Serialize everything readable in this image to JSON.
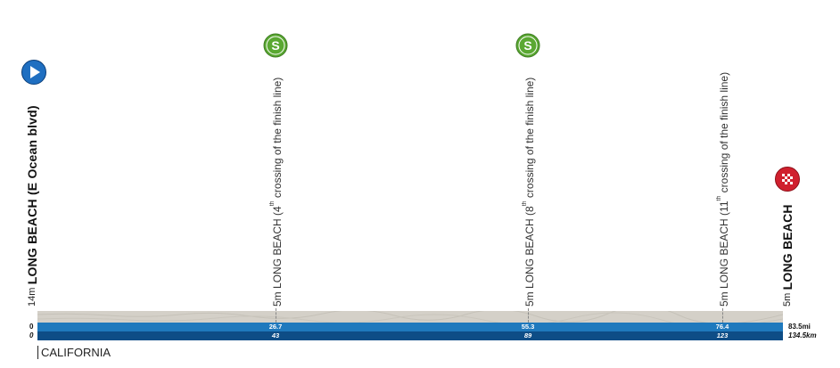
{
  "start": {
    "altitude": "14m",
    "name": "LONG BEACH (E Ocean blvd)",
    "icon": "start-arrow-icon"
  },
  "sprints": [
    {
      "altitude": "5m",
      "name": "LONG BEACH",
      "crossing_prefix": "(4",
      "crossing_sup": "th",
      "crossing_suffix": " crossing of the finish line)",
      "mi": "26.7",
      "km": "43",
      "icon": "sprint-icon",
      "letter": "S"
    },
    {
      "altitude": "5m",
      "name": "LONG BEACH",
      "crossing_prefix": "(8",
      "crossing_sup": "th",
      "crossing_suffix": " crossing of the finish line)",
      "mi": "55.3",
      "km": "89",
      "icon": "sprint-icon",
      "letter": "S"
    }
  ],
  "point": {
    "altitude": "5m",
    "name": "LONG BEACH",
    "crossing_prefix": "(11",
    "crossing_sup": "th",
    "crossing_suffix": " crossing of the finish line)",
    "mi": "76.4",
    "km": "123"
  },
  "finish": {
    "altitude": "5m",
    "name": "LONG BEACH",
    "icon": "checkered-flag-icon"
  },
  "scale": {
    "start_mi": "0",
    "start_km": "0",
    "total_mi": "83.5mi",
    "total_km": "134.5km"
  },
  "region": "CALIFORNIA",
  "colors": {
    "sprint_green": "#5aa832",
    "start_blue": "#1f6fc1",
    "finish_red": "#d0202e",
    "band_mi": "#1f79bd",
    "band_km": "#0e4d86",
    "terrain": "#d4d0c8"
  }
}
